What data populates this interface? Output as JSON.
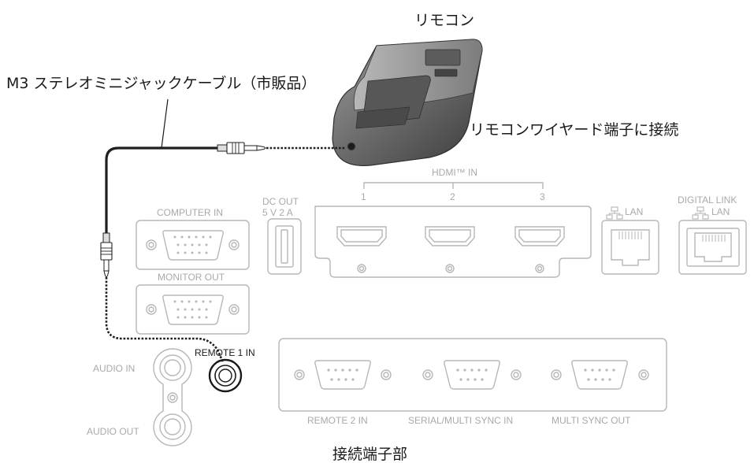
{
  "remote_label": "リモコン",
  "cable_label": "M3 ステレオミニジャックケーブル（市販品）",
  "connect_label": "リモコンワイヤード端子に接続",
  "panel_label": "接続端子部",
  "ports": {
    "hdmi_group": "HDMI™ IN",
    "hdmi_numbers": [
      "1",
      "2",
      "3"
    ],
    "dc_out_line1": "DC OUT",
    "dc_out_line2": "5 V  2 A",
    "lan": "LAN",
    "digital_link_line1": "DIGITAL LINK",
    "digital_link_line2": "LAN",
    "computer_in": "COMPUTER IN",
    "monitor_out": "MONITOR OUT",
    "remote1_in": "REMOTE 1 IN",
    "audio_in": "AUDIO IN",
    "audio_out": "AUDIO OUT",
    "remote2_in": "REMOTE 2 IN",
    "serial_multi_sync_in": "SERIAL/MULTI SYNC IN",
    "multi_sync_out": "MULTI SYNC OUT"
  },
  "colors": {
    "panel_stroke": "#b5b7b9",
    "text_dark": "#1a1a1a",
    "remote_body": "#6e6e6e",
    "cable": "#1f1f1f"
  },
  "icons": [
    "remote-control-icon",
    "stereo-mini-plug-icon",
    "hdmi-port-icon",
    "lan-port-icon",
    "d-sub-15-port-icon",
    "d-sub-9-port-icon",
    "usb-port-icon",
    "network-icon",
    "audio-jack-icon"
  ]
}
